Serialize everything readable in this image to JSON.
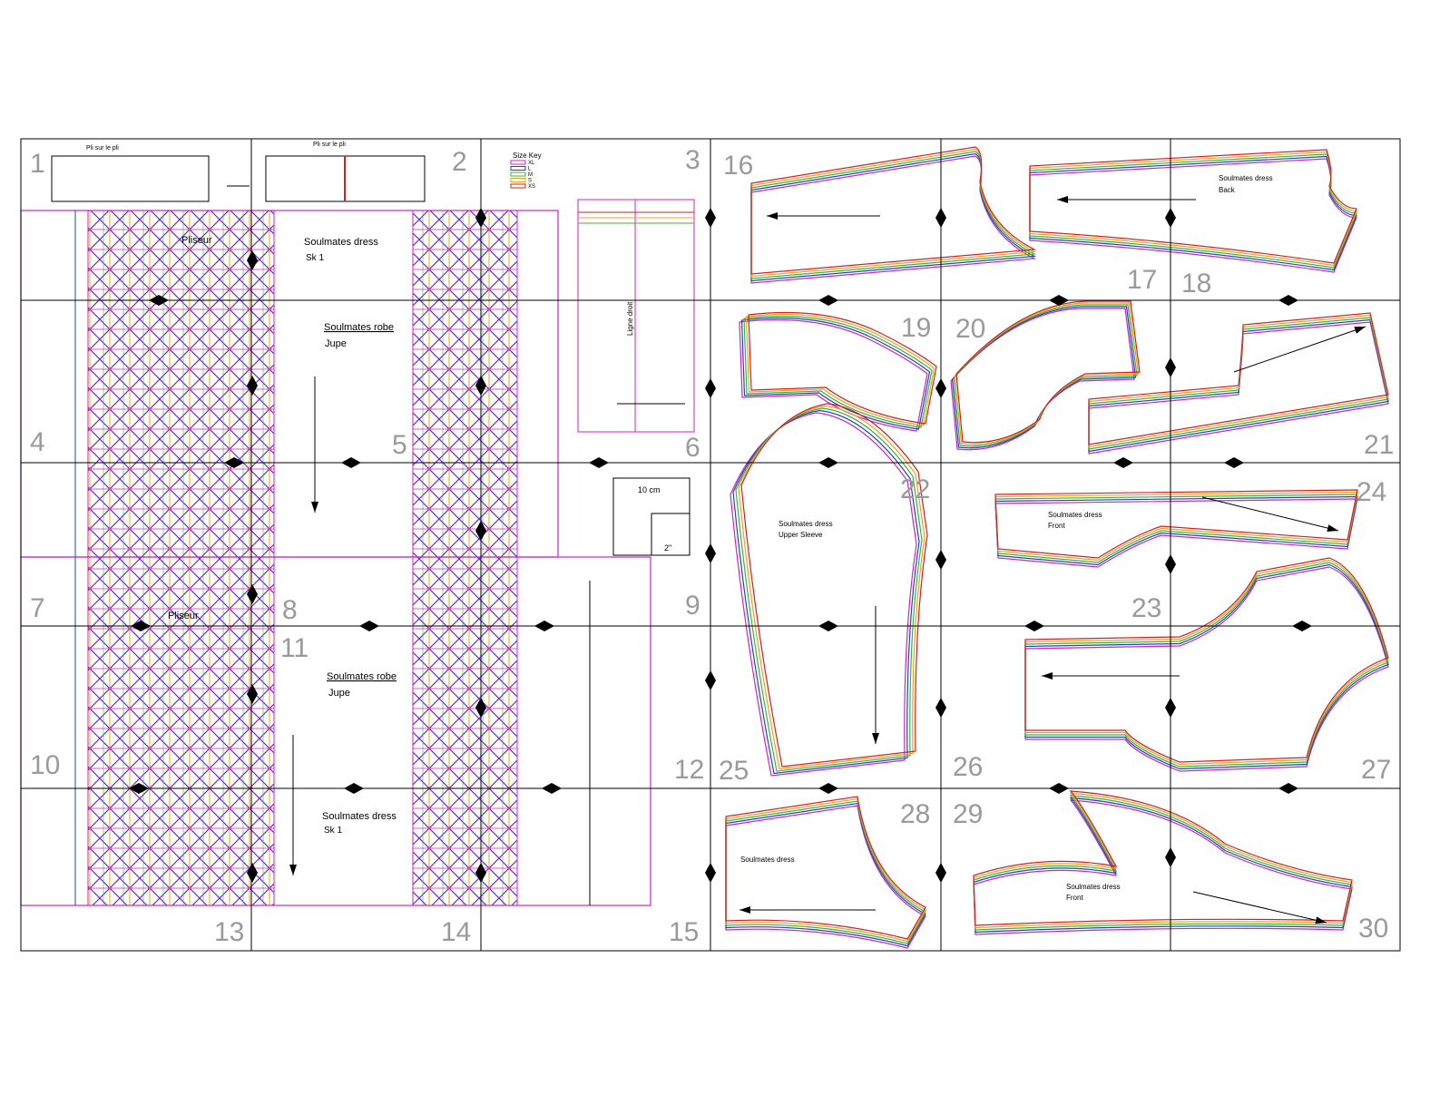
{
  "page_numbers": [
    "1",
    "2",
    "3",
    "4",
    "5",
    "6",
    "7",
    "8",
    "9",
    "10",
    "11",
    "12",
    "13",
    "14",
    "15",
    "16",
    "17",
    "18",
    "19",
    "20",
    "21",
    "22",
    "23",
    "24",
    "25",
    "26",
    "27",
    "28",
    "29",
    "30"
  ],
  "size_key": {
    "title": "Size Key",
    "sizes": [
      {
        "label": "XL",
        "color": "#d020d0"
      },
      {
        "label": "L",
        "color": "#1a4ea0"
      },
      {
        "label": "M",
        "color": "#40b040"
      },
      {
        "label": "S",
        "color": "#f0a020"
      },
      {
        "label": "XS",
        "color": "#d02020"
      }
    ]
  },
  "test_square": {
    "outer": "10 cm",
    "inner": "2\""
  },
  "labels": {
    "fold_top": "Pli sur le pli",
    "skirt_fold": "Pliseur",
    "dress_title": "Soulmates dress",
    "robe_title": "Soulmates robe",
    "sk1": "Sk 1",
    "jupe": "Jupe",
    "upper_sleeve": "Upper Sleeve",
    "back": "Back",
    "front": "Front",
    "straight_line": "Ligne droit"
  },
  "colors": {
    "frame": "#000000",
    "panel": "#d020d0"
  }
}
